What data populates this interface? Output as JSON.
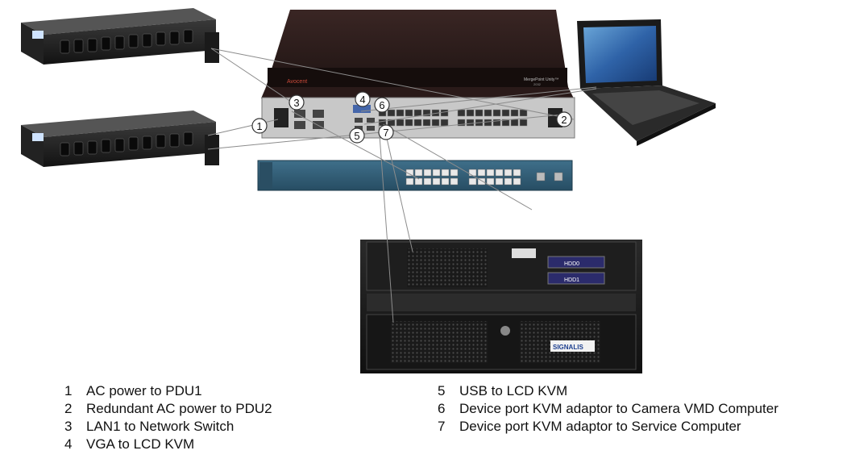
{
  "device": {
    "brand": "Avocent",
    "model": "MergePoint Unity™",
    "model_number": "2032"
  },
  "server": {
    "brand": "SIGNALIS",
    "drive_labels": [
      "HDD0",
      "HDD1"
    ]
  },
  "callouts": [
    "1",
    "2",
    "3",
    "4",
    "5",
    "6",
    "7"
  ],
  "legend": {
    "left": [
      {
        "num": "1",
        "text": "AC power to PDU1"
      },
      {
        "num": "2",
        "text": "Redundant AC power to PDU2"
      },
      {
        "num": "3",
        "text": "LAN1 to Network Switch"
      },
      {
        "num": "4",
        "text": "VGA to LCD KVM"
      }
    ],
    "right": [
      {
        "num": "5",
        "text": "USB to LCD KVM"
      },
      {
        "num": "6",
        "text": "Device port KVM adaptor to Camera VMD Computer"
      },
      {
        "num": "7",
        "text": "Device port KVM adaptor to Service Computer"
      }
    ]
  }
}
